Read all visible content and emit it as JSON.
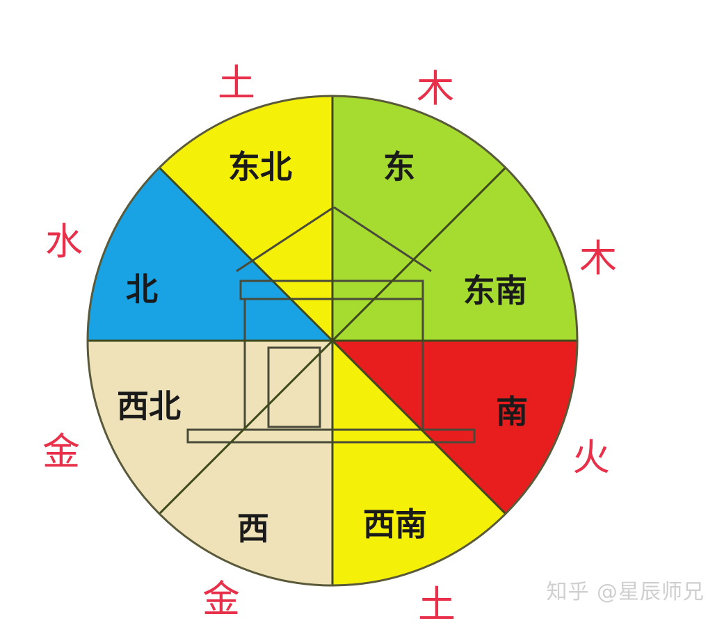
{
  "sectors": [
    {
      "id": "north",
      "label": "北",
      "color": "#19a2e4"
    },
    {
      "id": "northeast",
      "label": "东北",
      "color": "#f5f008"
    },
    {
      "id": "east",
      "label": "东",
      "color": "#a6dc30"
    },
    {
      "id": "southeast",
      "label": "东南",
      "color": "#a6dc30"
    },
    {
      "id": "south",
      "label": "南",
      "color": "#e81e1e"
    },
    {
      "id": "southwest",
      "label": "西南",
      "color": "#f5f008"
    },
    {
      "id": "west",
      "label": "西",
      "color": "#efe2b8"
    },
    {
      "id": "northwest",
      "label": "西北",
      "color": "#efe2b8"
    }
  ],
  "elements": [
    {
      "id": "earth-top",
      "label": "土"
    },
    {
      "id": "wood-top",
      "label": "木"
    },
    {
      "id": "wood-right",
      "label": "木"
    },
    {
      "id": "fire-right",
      "label": "火"
    },
    {
      "id": "earth-bottom",
      "label": "土"
    },
    {
      "id": "metal-bottom",
      "label": "金"
    },
    {
      "id": "metal-left",
      "label": "金"
    },
    {
      "id": "water-left",
      "label": "水"
    }
  ],
  "watermark": "知乎 @星辰师兄",
  "colors": {
    "element_text": "#e8304a",
    "outline": "#444444"
  }
}
